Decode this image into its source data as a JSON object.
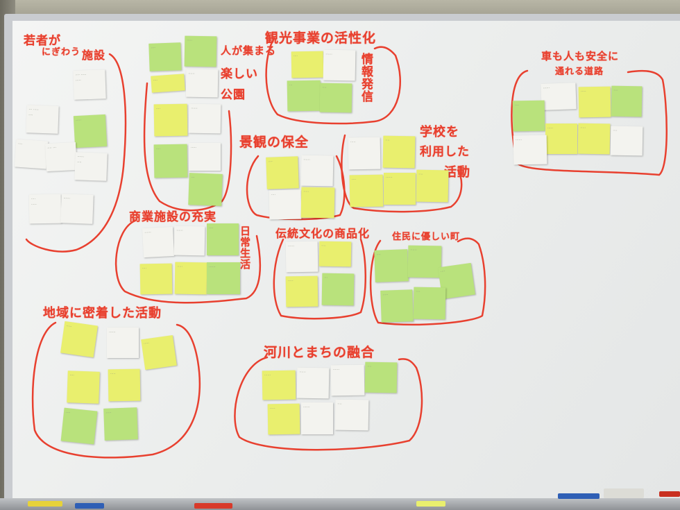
{
  "titles": {
    "t1a": "若者が",
    "t1b": "にぎわう",
    "t1c": "施設",
    "t2a": "人が集まる",
    "t2b": "楽しい",
    "t2c": "公園",
    "t3": "観光事業の活性化",
    "t3v": "情報発信",
    "t4a": "車も人も安全に",
    "t4b": "通れる道路",
    "t5": "景観の保全",
    "t6a": "学校を",
    "t6b": "利用した",
    "t6c": "活動",
    "t7": "商業施設の充実",
    "t7v": "日常生活",
    "t8": "伝統文化の商品化",
    "t9": "住民に優しい町",
    "t10": "地域に密着した活動",
    "t11": "河川とまちの融合"
  },
  "colors": {
    "marker_red": "#e8402f",
    "note_white": "#f3f3ef",
    "note_green": "#b9e27c",
    "note_yellow": "#e9ef6e"
  }
}
